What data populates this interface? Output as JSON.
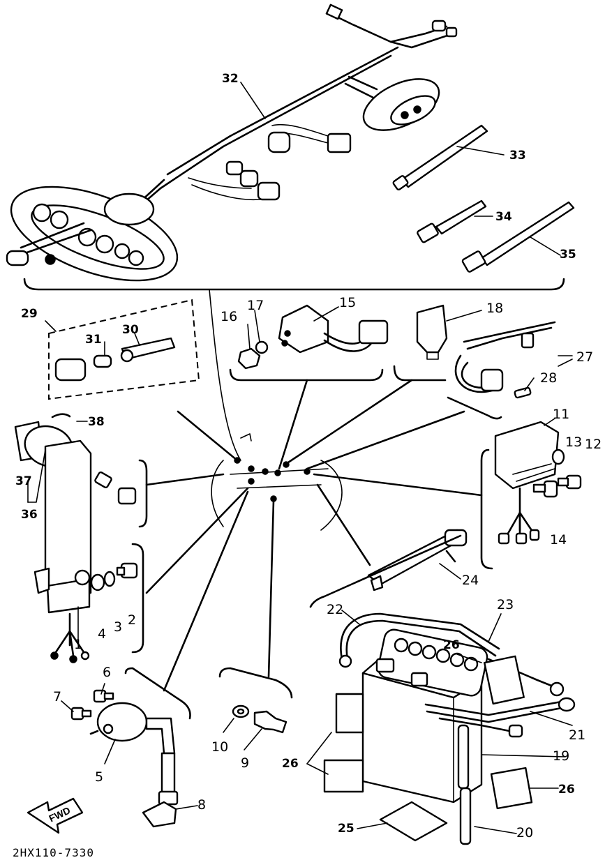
{
  "diagram": {
    "drawing_code": "2HX110-7330",
    "direction_label": "FWD",
    "callouts": {
      "c1": "1",
      "c2": "2",
      "c3": "3",
      "c4": "4",
      "c5": "5",
      "c6": "6",
      "c7": "7",
      "c8": "8",
      "c9": "9",
      "c10": "10",
      "c11": "11",
      "c12": "12",
      "c13": "13",
      "c14": "14",
      "c15": "15",
      "c16": "16",
      "c17": "17",
      "c18": "18",
      "c19": "19",
      "c20": "20",
      "c21": "21",
      "c22": "22",
      "c23": "23",
      "c24": "24",
      "c25": "25",
      "c26": "26",
      "c27": "27",
      "c28": "28",
      "c29": "29",
      "c30": "30",
      "c31": "31",
      "c32": "32",
      "c33": "33",
      "c34": "34",
      "c35": "35",
      "c36": "36",
      "c37": "37",
      "c38": "38"
    }
  }
}
